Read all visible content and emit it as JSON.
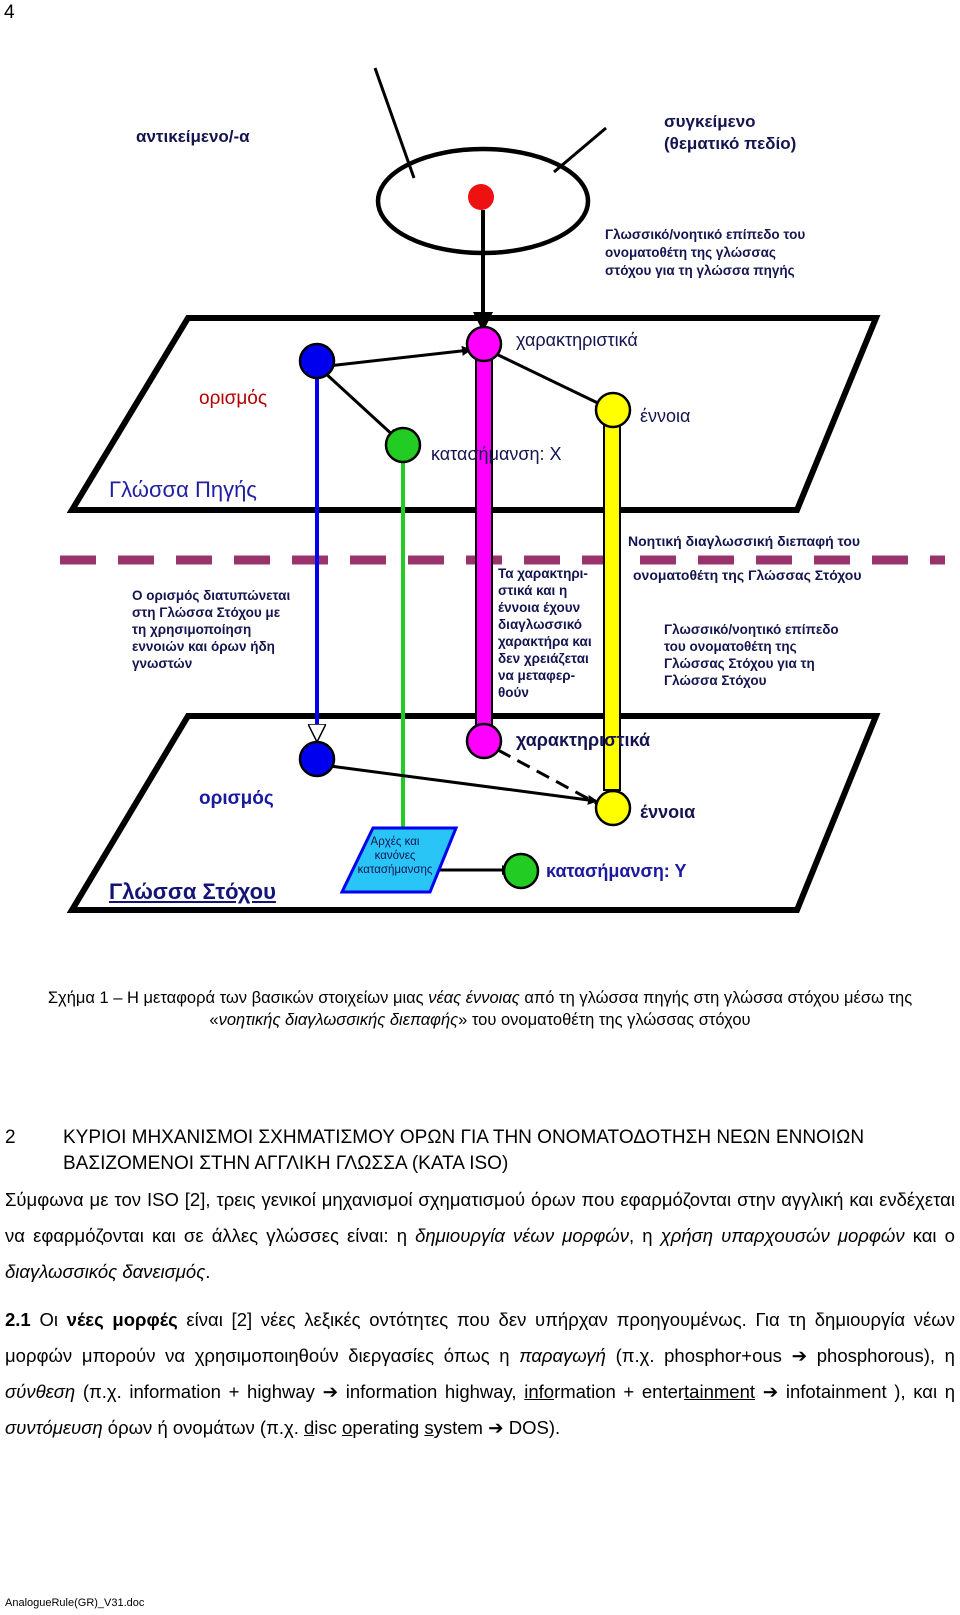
{
  "page_number": "4",
  "figure": {
    "top_labels": {
      "object": "αντικείμενο/-α",
      "context_line1": "συγκείμενο",
      "context_line2": "(θεματικό πεδίο)",
      "source_level_line1": "Γλωσσικό/νοητικό επίπεδο του",
      "source_level_line2": "ονοματοθέτη της γλώσσας",
      "source_level_line3": "στόχου για τη γλώσσα πηγής"
    },
    "source_plane": {
      "name": "Γλώσσα Πηγής",
      "definition": "ορισμός",
      "characteristics": "χαρακτηριστικά",
      "concept": "έννοια",
      "designation": "κατασήμανση: Χ"
    },
    "interface": {
      "line1": "Νοητική διαγλωσσική διεπαφή του",
      "line2": "ονοματοθέτη της Γλώσσας Στόχου"
    },
    "middle_texts": {
      "definition_note": [
        "Ο ορισμός διατυπώνεται",
        "στη Γλώσσα Στόχου με",
        "τη χρησιμοποίηση",
        "εννοιών και όρων ήδη",
        "γνωστών"
      ],
      "characteristics_note": [
        "Τα χαρακτηρι-",
        "στικά και η",
        "έννοια έχουν",
        "διαγλωσσικό",
        "χαρακτήρα και",
        "δεν χρειάζεται",
        "να μεταφερ-",
        "θούν"
      ],
      "target_level": [
        "Γλωσσικό/νοητικό επίπεδο",
        "του ονοματοθέτη της",
        "Γλώσσας Στόχου για τη",
        "Γλώσσα Στόχου"
      ]
    },
    "target_plane": {
      "name": "Γλώσσα Στόχου",
      "definition": "ορισμός",
      "characteristics": "χαρακτηριστικά",
      "concept": "έννοια",
      "designation": "κατασήμανση: Υ",
      "rules_box": [
        "Αρχές και",
        "κανόνες",
        "κατασήμανσης"
      ]
    },
    "colors": {
      "definition": "#0000ee",
      "designation": "#22cc22",
      "characteristics": "#ff00ff",
      "concept": "#ffff00",
      "object": "#ee1111",
      "interface_line": "#99336b",
      "rules_box": "#29c5f6"
    }
  },
  "caption": {
    "p1": "Σχήμα 1 – Η μεταφορά των βασικών στοιχείων μιας ",
    "i1": "νέας έννοιας",
    "p2": " από τη γλώσσα πηγής στη γλώσσα στόχου μέσω της «",
    "i2": "νοητικής διαγλωσσικής διεπαφής",
    "p3": "» του ονοματοθέτη της γλώσσας στόχου"
  },
  "section": {
    "number": "2",
    "title": "ΚΥΡΙΟΙ ΜΗΧΑΝΙΣΜΟΙ ΣΧΗΜΑΤΙΣΜΟΥ ΟΡΩΝ ΓΙΑ ΤΗΝ ΟΝΟΜΑΤΟΔΟΤΗΣΗ ΝΕΩΝ ΕΝΝΟΙΩΝ ΒΑΣΙΖΟΜΕΝΟΙ ΣΤΗΝ ΑΓΓΛΙΚΗ ΓΛΩΣΣΑ (ΚΑΤΑ ISO)"
  },
  "para1": {
    "p1": "Σύμφωνα με τον ISO [2], τρεις γενικοί μηχανισμοί σχηματισμού όρων που εφαρμόζονται στην αγγλική και ενδέχεται να εφαρμόζονται και σε άλλες γλώσσες είναι: η ",
    "i1": "δημιουργία νέων μορφών",
    "p2": ", η ",
    "i2": "χρήση υπαρχουσών μορφών",
    "p3": " και ο ",
    "i3": "διαγλωσσικός δανεισμός",
    "p4": "."
  },
  "para2": {
    "num": "2.1",
    "p1": " Οι ",
    "b1": "νέες μορφές",
    "p2": " είναι [2] νέες λεξικές οντότητες που δεν υπήρχαν προηγουμένως. Για τη δημιουργία νέων μορφών μπορούν να χρησιμοποιηθούν διεργασίες όπως η ",
    "i1": "παραγωγή",
    "p3": " (π.χ. phosphor+ous ",
    "arrow": "➔",
    "p4": " phosphorous), η ",
    "i2": "σύνθεση",
    "p5": " (π.χ. information + highway ",
    "p6": " information highway, ",
    "u1": "info",
    "p7": "rmation + enter",
    "u2": "tainment",
    "p8": " ",
    "p9": " infotainment ), και η ",
    "i3": "συντόμευση",
    "p10": " όρων ή ονομάτων (π.χ. ",
    "u3": "d",
    "p11": "isc ",
    "u4": "o",
    "p12": "perating ",
    "u5": "s",
    "p13": "ystem ",
    "p14": " DOS)."
  },
  "footer": "AnalogueRule(GR)_V31.doc"
}
